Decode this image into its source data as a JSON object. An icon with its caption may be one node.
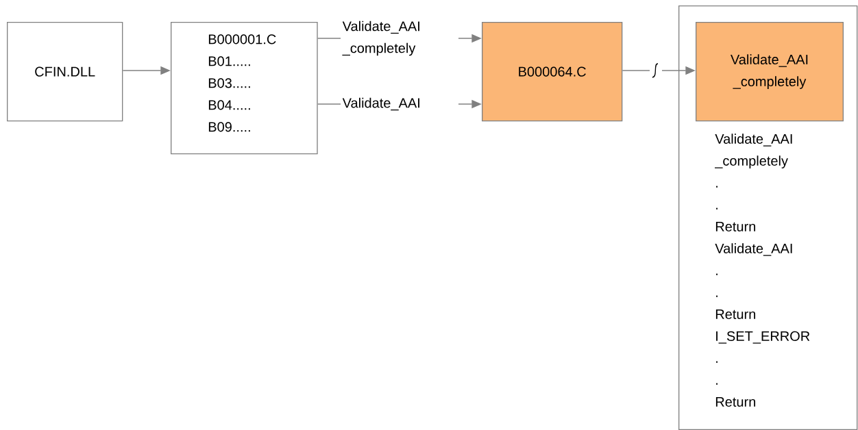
{
  "diagram": {
    "nodes": [
      {
        "text": [
          "CFIN.DLL"
        ]
      },
      {
        "text": [
          "B000001.C",
          "B01.....",
          "B03.....",
          "B04.....",
          "B09....."
        ]
      },
      {
        "text": [
          "B000064.C"
        ]
      },
      {
        "text": [
          "Validate_AAI _completely",
          ".",
          ".",
          "Return",
          "Validate_AAI",
          ".",
          ".",
          "Return",
          "I_SET_ERROR",
          ".",
          ".",
          "Return"
        ]
      },
      {
        "text": [
          "Validate_AAI _completely"
        ],
        "in": 3
      }
    ],
    "edges": [
      {
        "from": 0,
        "to": 1,
        "arrow": "to"
      },
      {
        "from": 1,
        "to": 2,
        "arrow": "to",
        "label": "Validate_AAI _completely"
      },
      {
        "from": 1,
        "to": 2,
        "arrow": "to",
        "label": "Validate_AAI"
      },
      {
        "from": 2,
        "to": 4,
        "arrow": "to"
      }
    ]
  }
}
